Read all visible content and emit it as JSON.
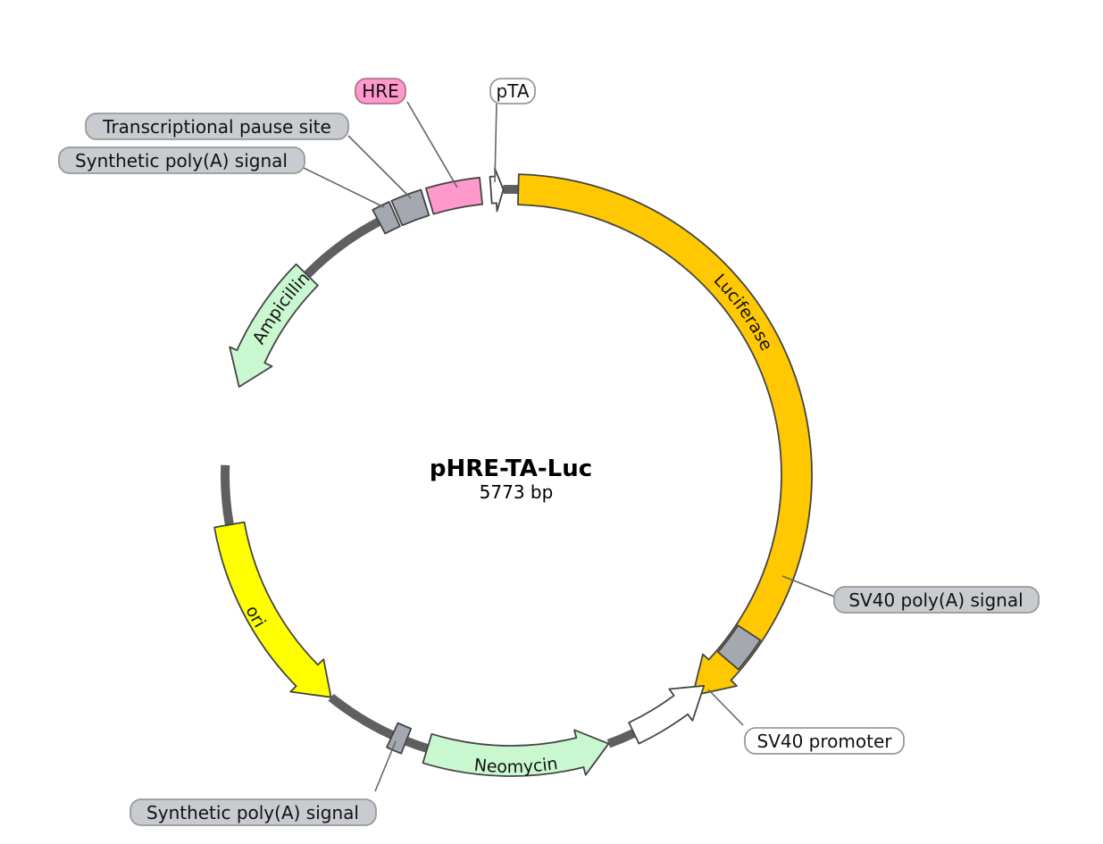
{
  "plasmid": {
    "name": "pHRE-TA-Luc",
    "size_label": "5773 bp"
  },
  "features": [
    {
      "id": "luciferase",
      "label": "Luciferase",
      "type": "arrow",
      "direction": "cw",
      "color": "#ffc800"
    },
    {
      "id": "sv40-polya",
      "label": "SV40 poly(A) signal",
      "type": "box",
      "color": "#a3a8b1"
    },
    {
      "id": "sv40-promoter",
      "label": "SV40 promoter",
      "type": "arrow",
      "direction": "ccw",
      "color": "#ffffff"
    },
    {
      "id": "neomycin",
      "label": "Neomycin",
      "type": "arrow",
      "direction": "ccw",
      "color": "#c9f7d0"
    },
    {
      "id": "synthetic-polya-bottom",
      "label": "Synthetic poly(A) signal",
      "type": "box",
      "color": "#a3a8b1"
    },
    {
      "id": "ori",
      "label": "ori",
      "type": "arrow",
      "direction": "ccw",
      "color": "#ffff00"
    },
    {
      "id": "ampicillin",
      "label": "Ampicillin",
      "type": "arrow",
      "direction": "ccw",
      "color": "#c9f7d0"
    },
    {
      "id": "synthetic-polya-top",
      "label": "Synthetic poly(A) signal",
      "type": "box",
      "color": "#a3a8b1"
    },
    {
      "id": "pause-site",
      "label": "Transcriptional pause site",
      "type": "box",
      "color": "#a3a8b1"
    },
    {
      "id": "hre",
      "label": "HRE",
      "type": "box",
      "color": "#ff99cc"
    },
    {
      "id": "pta",
      "label": "pTA",
      "type": "arrow",
      "direction": "cw",
      "color": "#ffffff"
    }
  ],
  "colors": {
    "backbone": "#5f5f5f",
    "outline": "#444444",
    "grey_callout_fill": "#c8cbd0",
    "white_callout_fill": "#ffffff",
    "pink_callout_fill": "#ff99cc"
  }
}
